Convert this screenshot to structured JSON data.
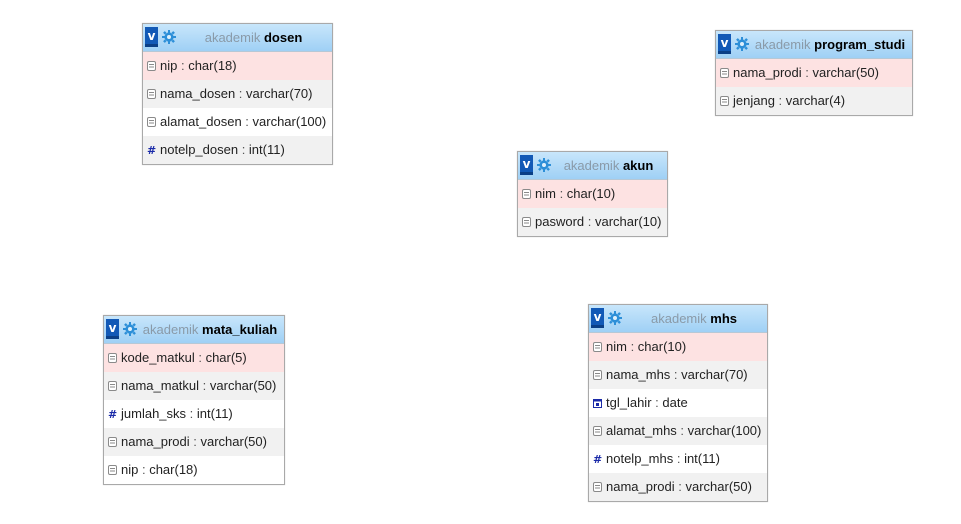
{
  "tables": {
    "dosen": {
      "schema": "akademik",
      "name": "dosen",
      "v_label": "v",
      "columns": [
        {
          "name": "nip",
          "type": "char(18)",
          "icon": "text-field-icon"
        },
        {
          "name": "nama_dosen",
          "type": "varchar(70)",
          "icon": "text-field-icon"
        },
        {
          "name": "alamat_dosen",
          "type": "varchar(100)",
          "icon": "text-field-icon"
        },
        {
          "name": "notelp_dosen",
          "type": "int(11)",
          "icon": "numeric-field-icon"
        }
      ]
    },
    "program_studi": {
      "schema": "akademik",
      "name": "program_studi",
      "v_label": "v",
      "columns": [
        {
          "name": "nama_prodi",
          "type": "varchar(50)",
          "icon": "text-field-icon"
        },
        {
          "name": "jenjang",
          "type": "varchar(4)",
          "icon": "text-field-icon"
        }
      ]
    },
    "akun": {
      "schema": "akademik",
      "name": "akun",
      "v_label": "v",
      "columns": [
        {
          "name": "nim",
          "type": "char(10)",
          "icon": "text-field-icon"
        },
        {
          "name": "pasword",
          "type": "varchar(10)",
          "icon": "text-field-icon"
        }
      ]
    },
    "mata_kuliah": {
      "schema": "akademik",
      "name": "mata_kuliah",
      "v_label": "v",
      "columns": [
        {
          "name": "kode_matkul",
          "type": "char(5)",
          "icon": "text-field-icon"
        },
        {
          "name": "nama_matkul",
          "type": "varchar(50)",
          "icon": "text-field-icon"
        },
        {
          "name": "jumlah_sks",
          "type": "int(11)",
          "icon": "numeric-field-icon"
        },
        {
          "name": "nama_prodi",
          "type": "varchar(50)",
          "icon": "text-field-icon"
        },
        {
          "name": "nip",
          "type": "char(18)",
          "icon": "text-field-icon"
        }
      ]
    },
    "mhs": {
      "schema": "akademik",
      "name": "mhs",
      "v_label": "v",
      "columns": [
        {
          "name": "nim",
          "type": "char(10)",
          "icon": "text-field-icon"
        },
        {
          "name": "nama_mhs",
          "type": "varchar(70)",
          "icon": "text-field-icon"
        },
        {
          "name": "tgl_lahir",
          "type": "date",
          "icon": "date-field-icon"
        },
        {
          "name": "alamat_mhs",
          "type": "varchar(100)",
          "icon": "text-field-icon"
        },
        {
          "name": "notelp_mhs",
          "type": "int(11)",
          "icon": "numeric-field-icon"
        },
        {
          "name": "nama_prodi",
          "type": "varchar(50)",
          "icon": "text-field-icon"
        }
      ]
    }
  },
  "colors": {
    "header_gradient_top": "#c8e6fb",
    "header_gradient_bottom": "#9fd0f5",
    "primary_key_row": "#fde2e2",
    "alternate_row": "#f1f1f1",
    "toggle_button": "#1259b6",
    "schema_text": "#8a9aa8"
  }
}
